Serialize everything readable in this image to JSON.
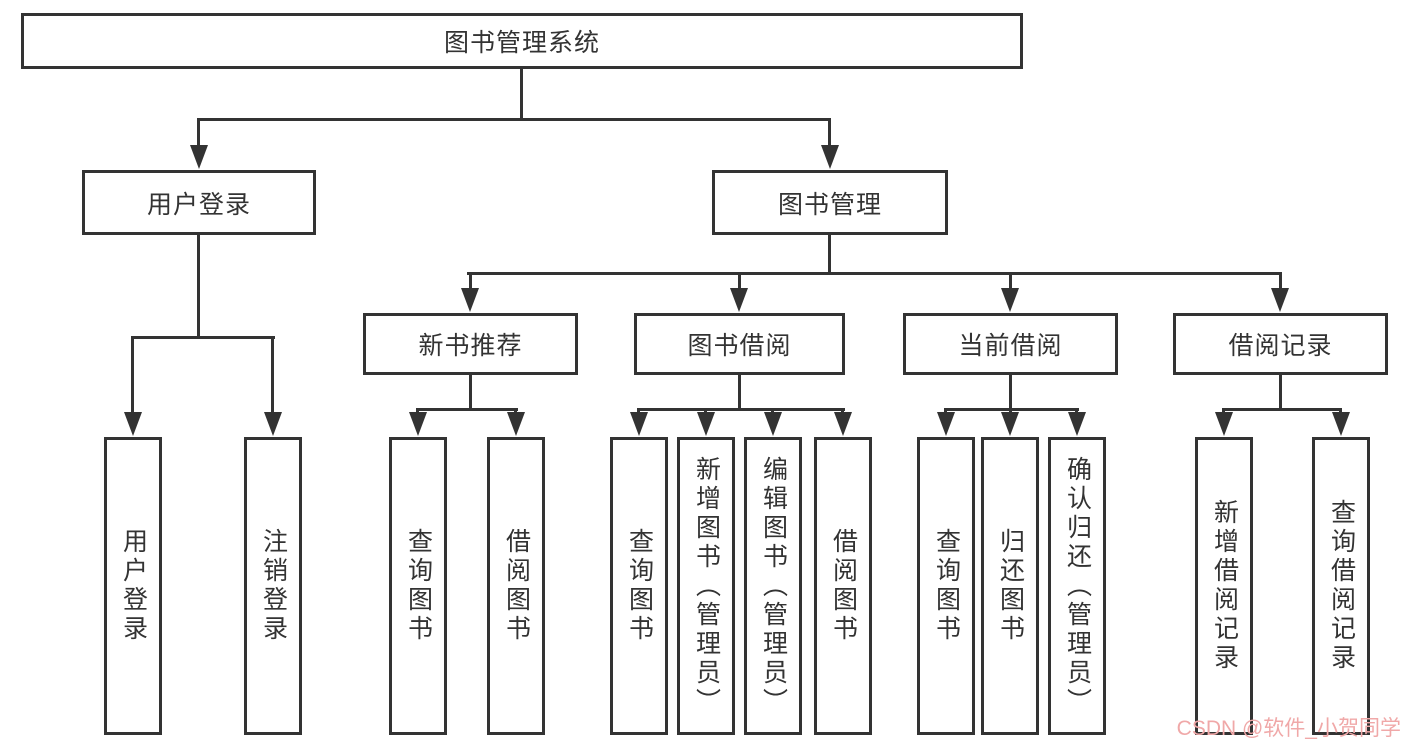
{
  "colors": {
    "line": "#333333",
    "box_border": "#333333",
    "text": "#333333",
    "background": "#ffffff",
    "watermark_text": "#f0a8a8"
  },
  "watermark": {
    "text": "CSDN @软件_小贺同学"
  },
  "tree": {
    "label": "图书管理系统",
    "children": [
      {
        "label": "用户登录",
        "children": [
          {
            "label": "用户登录"
          },
          {
            "label": "注销登录"
          }
        ]
      },
      {
        "label": "图书管理",
        "children": [
          {
            "label": "新书推荐",
            "children": [
              {
                "label": "查询图书"
              },
              {
                "label": "借阅图书"
              }
            ]
          },
          {
            "label": "图书借阅",
            "children": [
              {
                "label": "查询图书"
              },
              {
                "label": "新增图书（管理员）"
              },
              {
                "label": "编辑图书（管理员）"
              },
              {
                "label": "借阅图书"
              }
            ]
          },
          {
            "label": "当前借阅",
            "children": [
              {
                "label": "查询图书"
              },
              {
                "label": "归还图书"
              },
              {
                "label": "确认归还（管理员）"
              }
            ]
          },
          {
            "label": "借阅记录",
            "children": [
              {
                "label": "新增借阅记录"
              },
              {
                "label": "查询借阅记录"
              }
            ]
          }
        ]
      }
    ]
  }
}
